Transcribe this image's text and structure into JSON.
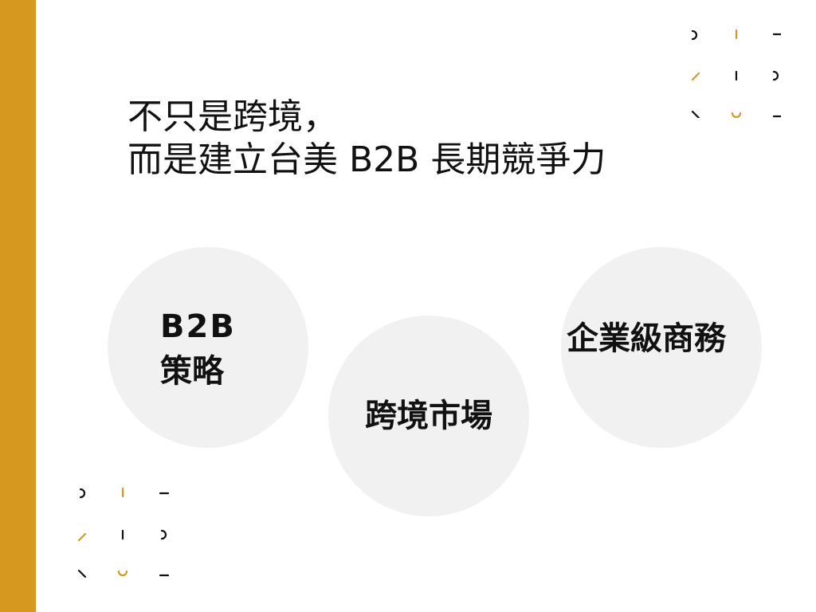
{
  "slide": {
    "title_line1": "不只是跨境，",
    "title_line2": "而是建立台美 B2B 長期競爭力"
  },
  "circles": [
    {
      "line1": "B2B",
      "line2": "策略"
    },
    {
      "line1": "跨境市場"
    },
    {
      "line1": "企業級商務"
    }
  ],
  "colors": {
    "accent": "#D4991E",
    "circle_fill": "#F1F1F1",
    "text": "#111111"
  },
  "decorations": {
    "top_right": "pattern-grid-3x3",
    "bottom_left": "pattern-grid-3x3"
  }
}
